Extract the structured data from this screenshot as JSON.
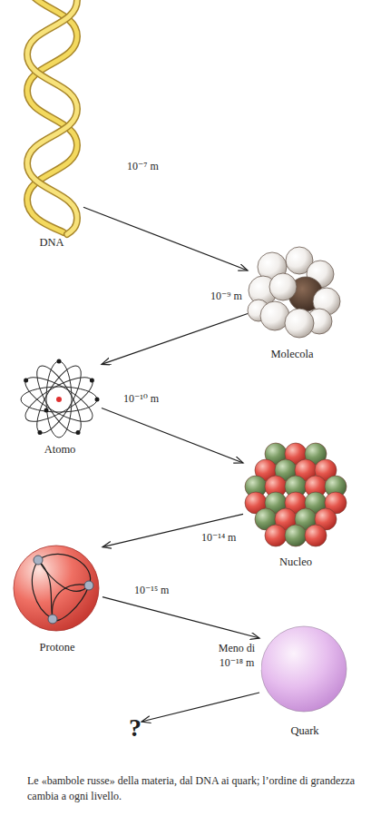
{
  "diagram": {
    "caption": "Le «bambole russe» della materia, dal DNA ai quark; l’ordine di grandezza cambia a ogni livello.",
    "nodes": [
      {
        "text": [
          "DNA"
        ]
      },
      {
        "text": [
          "Molecola"
        ]
      },
      {
        "text": [
          "Atomo"
        ]
      },
      {
        "text": [
          "Nucleo"
        ]
      },
      {
        "text": [
          "Protone"
        ]
      },
      {
        "text": [
          "Quark"
        ]
      },
      {
        "text": [
          "?"
        ]
      }
    ],
    "edges": [
      {
        "from": 0,
        "to": 1,
        "arrow": "to",
        "label": "10⁻⁷ m"
      },
      {
        "from": 1,
        "to": 2,
        "arrow": "to",
        "label": "10⁻⁹ m"
      },
      {
        "from": 2,
        "to": 3,
        "arrow": "to",
        "label": "10⁻¹⁰ m"
      },
      {
        "from": 3,
        "to": 4,
        "arrow": "to",
        "label": "10⁻¹⁴ m"
      },
      {
        "from": 4,
        "to": 5,
        "arrow": "to",
        "label": "10⁻¹⁵ m"
      },
      {
        "from": 5,
        "to": 6,
        "arrow": "to",
        "label": "Meno di 10⁻¹⁸ m"
      }
    ]
  }
}
